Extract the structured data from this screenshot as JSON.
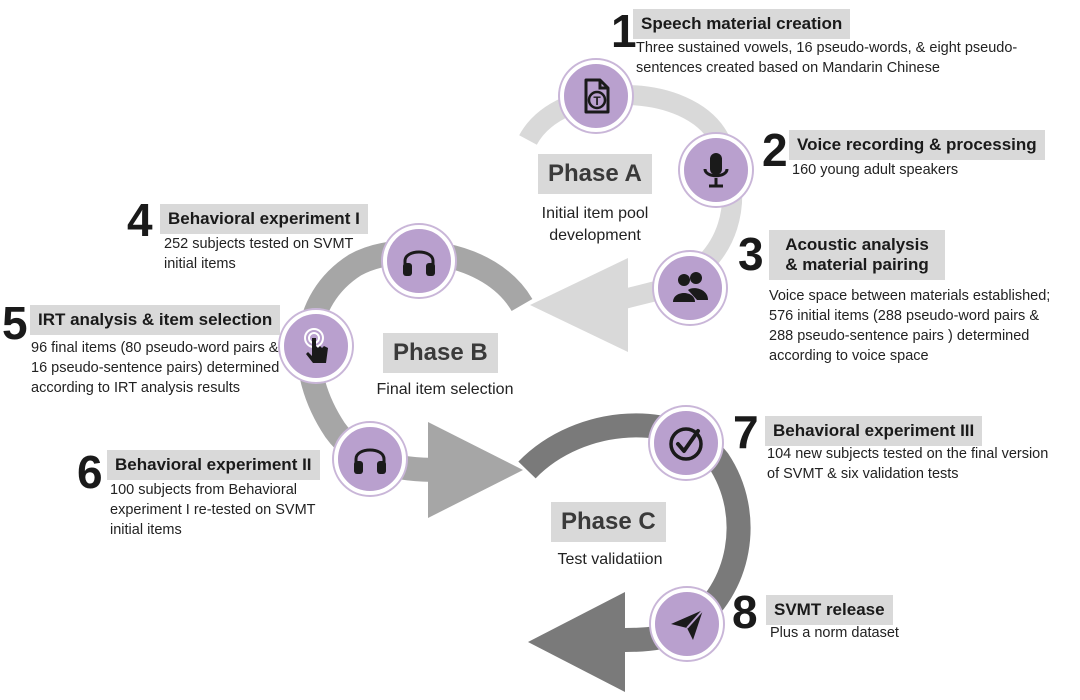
{
  "colors": {
    "icon_fill": "#b9a0ce",
    "phase_a_arrow": "#d9d9d9",
    "phase_b_arrow": "#a6a6a6",
    "phase_c_arrow": "#7a7a7a",
    "label_box": "#d9d9d9"
  },
  "phases": [
    {
      "title": "Phase A",
      "subtitle": "Initial item pool development"
    },
    {
      "title": "Phase B",
      "subtitle": "Final item selection"
    },
    {
      "title": "Phase C",
      "subtitle": "Test validatiion"
    }
  ],
  "steps": [
    {
      "number": "1",
      "title": "Speech material creation",
      "description": "Three sustained vowels, 16 pseudo-words, & eight pseudo-sentences created based on Mandarin Chinese",
      "icon": "document-text-icon"
    },
    {
      "number": "2",
      "title": "Voice recording & processing",
      "description": "160 young adult speakers",
      "icon": "microphone-icon"
    },
    {
      "number": "3",
      "title": "Acoustic analysis & material pairing",
      "description": "Voice space between materials established; 576 initial items (288 pseudo-word pairs & 288 pseudo-sentence pairs ) determined according to voice space",
      "icon": "people-icon"
    },
    {
      "number": "4",
      "title": "Behavioral experiment I",
      "description": "252 subjects tested on SVMT initial items",
      "icon": "headphones-icon"
    },
    {
      "number": "5",
      "title": "IRT analysis & item selection",
      "description": "96 final items (80 pseudo-word pairs & 16 pseudo-sentence pairs) determined according to IRT analysis results",
      "icon": "pointer-click-icon"
    },
    {
      "number": "6",
      "title": "Behavioral experiment II",
      "description": "100 subjects from Behavioral experiment I re-tested on SVMT initial items",
      "icon": "headphones-icon"
    },
    {
      "number": "7",
      "title": "Behavioral experiment III",
      "description": "104 new subjects tested on the final version of SVMT & six validation tests",
      "icon": "check-circle-icon"
    },
    {
      "number": "8",
      "title": "SVMT release",
      "description": "Plus a norm dataset",
      "icon": "paper-plane-icon"
    }
  ]
}
